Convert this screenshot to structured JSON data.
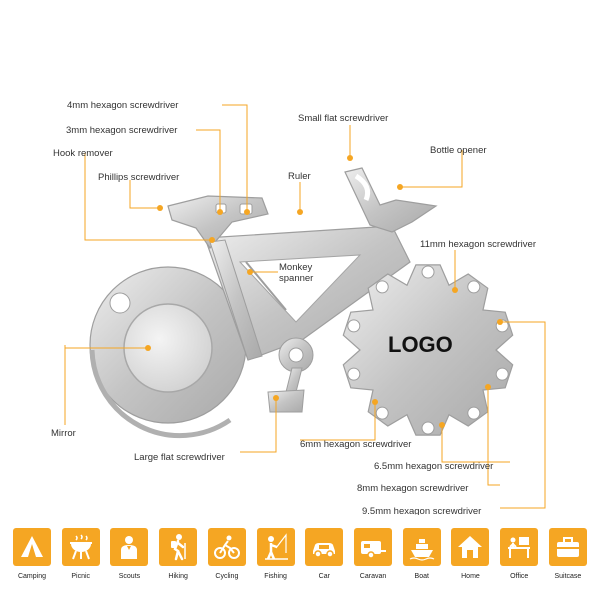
{
  "colors": {
    "accent": "#f5a623",
    "metal": "#c9c9c9",
    "text": "#333333"
  },
  "product": {
    "logo_text": "LOGO"
  },
  "callouts": [
    "4mm hexagon screwdriver",
    "3mm hexagon screwdriver",
    "Hook remover",
    "Phillips screwdriver",
    "Small flat screwdriver",
    "Ruler",
    "Bottle opener",
    "11mm hexagon screwdriver",
    [
      "Monkey",
      "spanner"
    ],
    "Mirror",
    "Large flat screwdriver",
    "6mm hexagon screwdriver",
    "6.5mm hexagon screwdriver",
    "8mm hexagon screwdriver",
    "9.5mm hexagon screwdriver"
  ],
  "use_cases": [
    {
      "label": "Camping",
      "icon": "tent-icon"
    },
    {
      "label": "Picnic",
      "icon": "grill-icon"
    },
    {
      "label": "Scouts",
      "icon": "scout-icon"
    },
    {
      "label": "Hiking",
      "icon": "hiker-icon"
    },
    {
      "label": "Cycling",
      "icon": "cyclist-icon"
    },
    {
      "label": "Fishing",
      "icon": "fisherman-icon"
    },
    {
      "label": "Car",
      "icon": "car-icon"
    },
    {
      "label": "Caravan",
      "icon": "caravan-icon"
    },
    {
      "label": "Boat",
      "icon": "boat-icon"
    },
    {
      "label": "Home",
      "icon": "home-icon"
    },
    {
      "label": "Office",
      "icon": "office-desk-icon"
    },
    {
      "label": "Suitcase",
      "icon": "suitcase-icon"
    }
  ]
}
